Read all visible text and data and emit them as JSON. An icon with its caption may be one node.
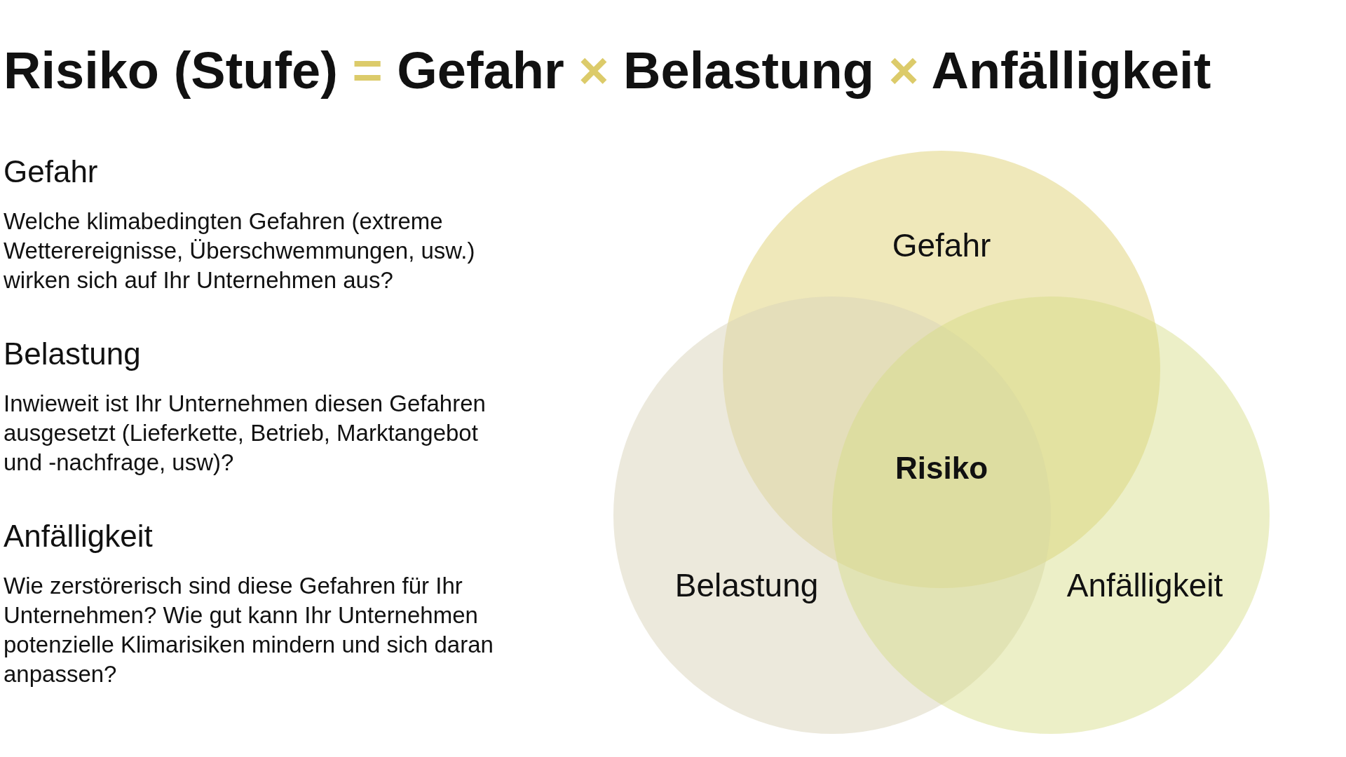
{
  "diagram": {
    "title": "Risiko (Stufe) = Gefahr × Belastung × Anfälligkeit",
    "nodes": [
      {
        "text": [
          "Gefahr"
        ]
      },
      {
        "text": [
          "Belastung"
        ]
      },
      {
        "text": [
          "Anfälligkeit"
        ]
      }
    ],
    "edges": [],
    "labels": [
      "Gefahr",
      "Welche klimabedingten Gefahren (extreme Wetterereignisse, Überschwemmungen, usw.) wirken sich auf Ihr Unternehmen aus?",
      "Belastung",
      "Inwieweit ist Ihr Unternehmen diesen Gefahren ausgesetzt (Lieferkette, Betrieb, Marktangebot und -nachfrage, usw)?",
      "Anfälligkeit",
      "Wie zerstörerisch sind diese Gefahren für Ihr Unternehmen? Wie gut kann Ihr Unternehmen potenzielle Klimarisiken mindern und sich daran anpassen?",
      "Risiko"
    ]
  }
}
